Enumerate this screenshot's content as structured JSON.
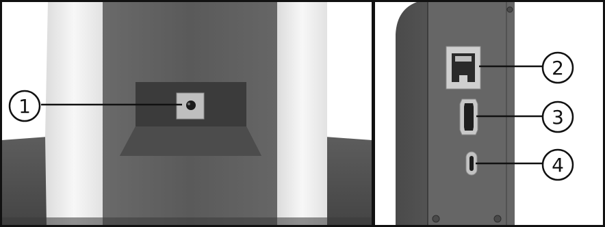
{
  "colors": {
    "frame": "#111111",
    "background": "#ffffff",
    "housing_light": "#efefef",
    "housing_dark": "#5e5e5e",
    "recess": "#3a3a3a",
    "port_metal": "#c9c9c9",
    "callout_line": "#111111"
  },
  "left_view": {
    "callouts": [
      {
        "label": "1",
        "name": "power-jack"
      }
    ]
  },
  "right_view": {
    "callouts": [
      {
        "label": "2",
        "name": "ethernet-port"
      },
      {
        "label": "3",
        "name": "hdmi-port"
      },
      {
        "label": "4",
        "name": "usb-c-port"
      }
    ]
  }
}
